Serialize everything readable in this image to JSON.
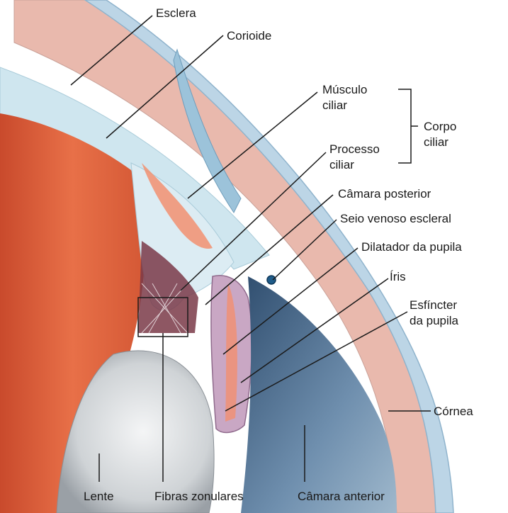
{
  "labels": {
    "esclera": "Esclera",
    "corioide": "Corioide",
    "musculo_ciliar": "Músculo\nciliar",
    "processo_ciliar": "Processo\nciliar",
    "corpo_ciliar": "Corpo\nciliar",
    "camara_posterior": "Câmara posterior",
    "seio_venoso": "Seio venoso escleral",
    "dilatador": "Dilatador da pupila",
    "iris": "Íris",
    "esfincter": "Esfíncter\nda pupila",
    "cornea": "Córnea",
    "lente": "Lente",
    "fibras": "Fibras zonulares",
    "camara_anterior": "Câmara anterior"
  },
  "colors": {
    "sclera": "#e9b9ad",
    "choroid": "#cfe6ef",
    "muscle": "#e0673f",
    "iris": "#b58aa8",
    "cornea": "#a7c7dc",
    "anterior_chamber": "#5f7f9c",
    "lens": "#d9dcde",
    "ciliary": "#f29070",
    "leader_line": "#1a1a1a"
  }
}
